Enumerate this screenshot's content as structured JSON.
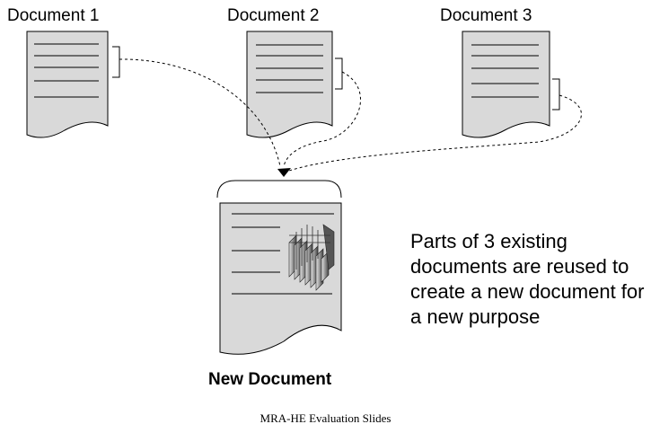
{
  "documents": [
    {
      "title": "Document 1"
    },
    {
      "title": "Document 2"
    },
    {
      "title": "Document 3"
    }
  ],
  "new_document": {
    "title": "New Document"
  },
  "caption": "Parts of 3 existing documents are reused to create a new document for a new purpose",
  "footer": "MRA-HE Evaluation Slides",
  "colors": {
    "page_fill": "#d9d9d9",
    "stroke": "#000000",
    "background": "#ffffff"
  }
}
